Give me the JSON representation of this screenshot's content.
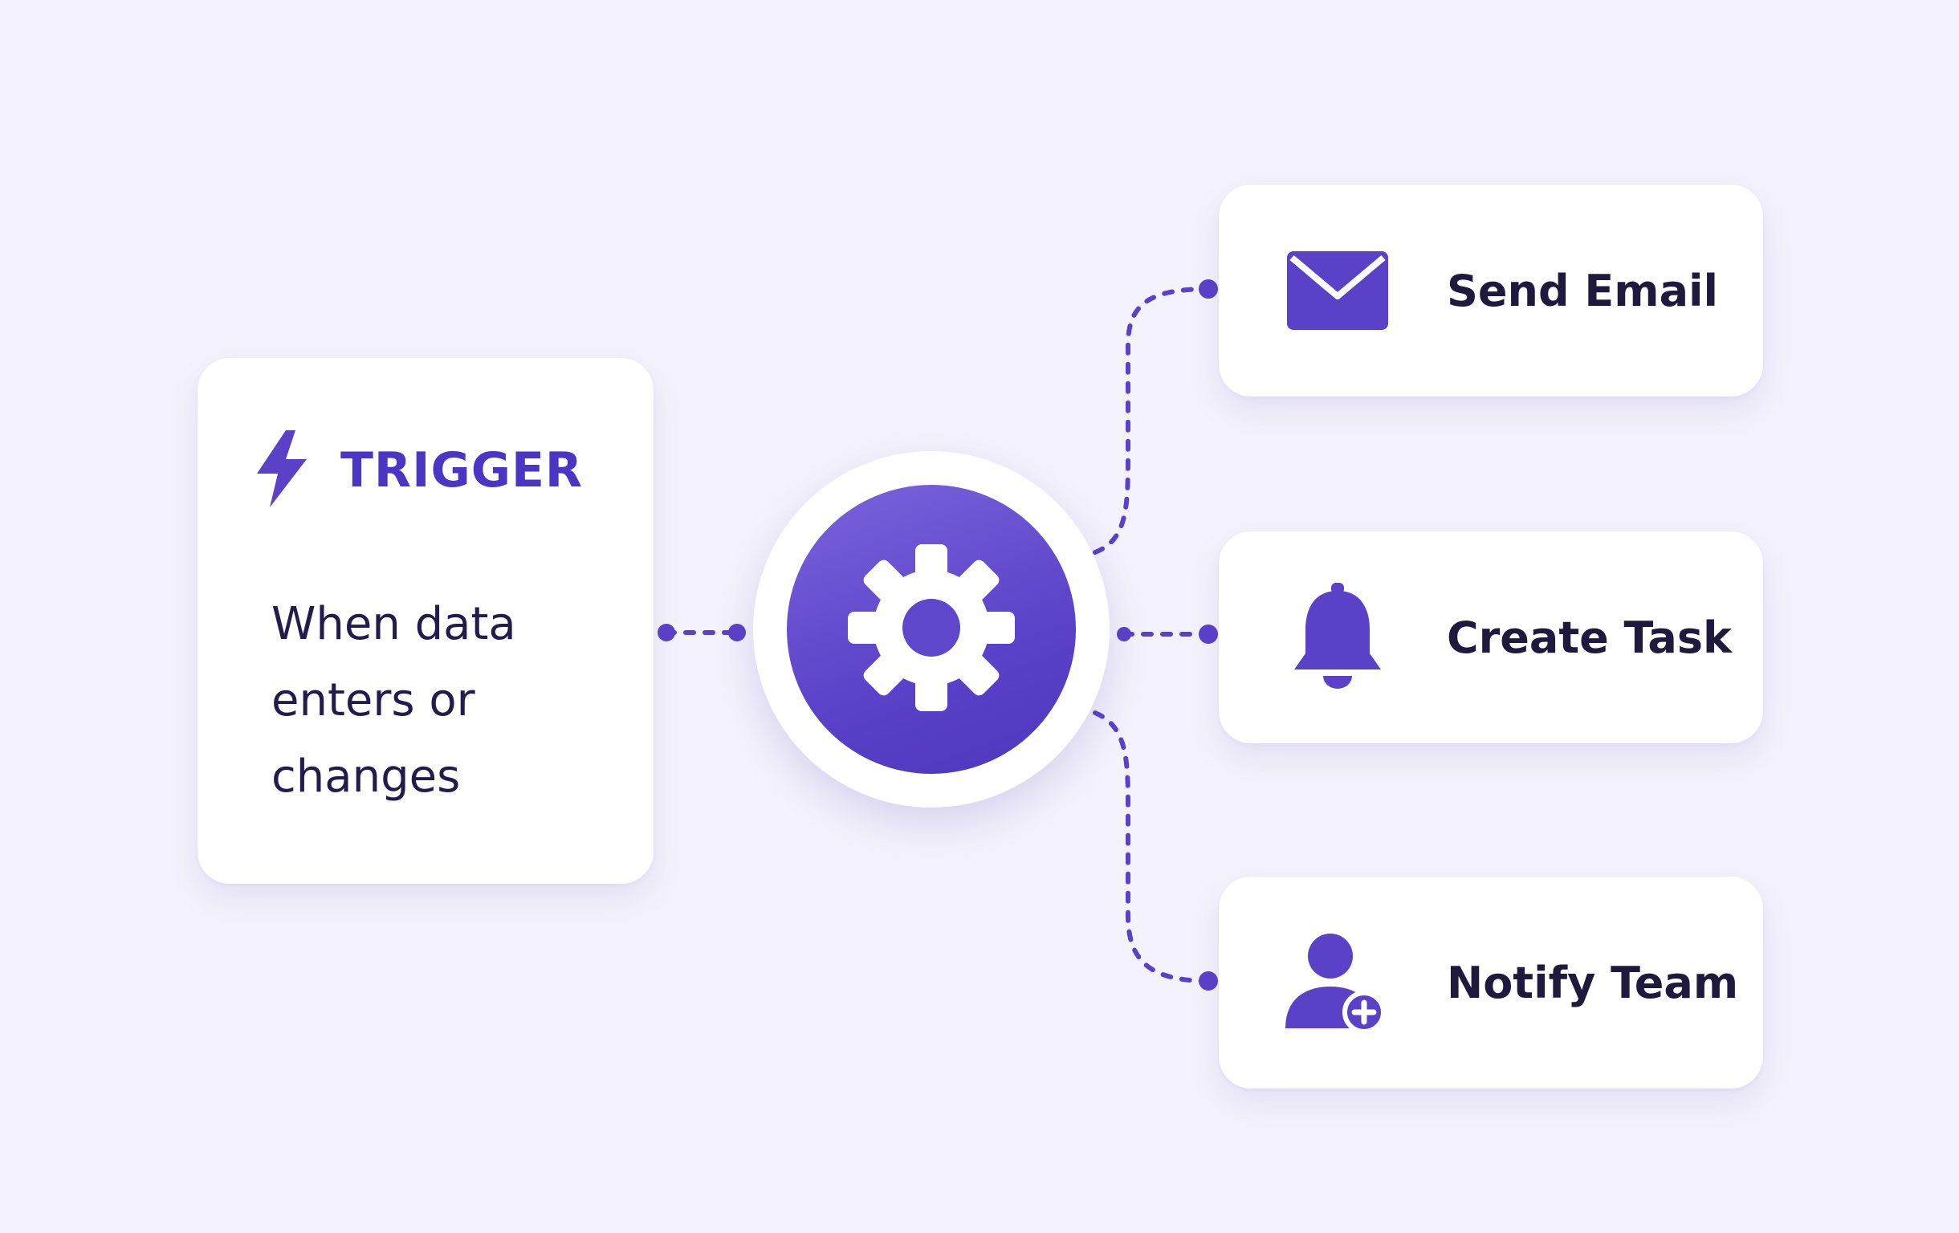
{
  "trigger": {
    "title": "TRIGGER",
    "description_lines": [
      "When data",
      "enters or",
      "changes"
    ],
    "icon": "lightning-bolt-icon"
  },
  "hub": {
    "icon": "gear-icon"
  },
  "actions": [
    {
      "label": "Send Email",
      "icon": "envelope-icon"
    },
    {
      "label": "Create Task",
      "icon": "bell-icon"
    },
    {
      "label": "Notify Team",
      "icon": "user-add-icon"
    }
  ],
  "colors": {
    "accent": "#5a41c8",
    "accent_dark": "#4b35c4",
    "text_dark": "#241b4d",
    "background": "#f4f2fc",
    "card": "#ffffff"
  }
}
